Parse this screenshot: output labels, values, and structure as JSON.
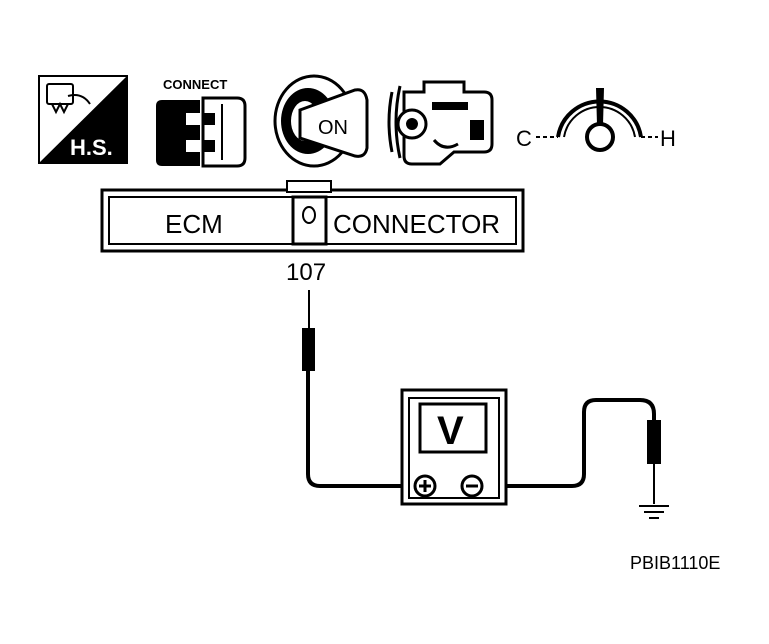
{
  "icons": {
    "hs": {
      "label": "H.S."
    },
    "connect": {
      "label": "CONNECT"
    },
    "ignition": {
      "label": "ON"
    },
    "temp_gauge": {
      "cold": "C",
      "hot": "H"
    }
  },
  "connector": {
    "left_label": "ECM",
    "right_label": "CONNECTOR",
    "terminal": "107"
  },
  "meter": {
    "label": "V"
  },
  "reference_code": "PBIB1110E"
}
